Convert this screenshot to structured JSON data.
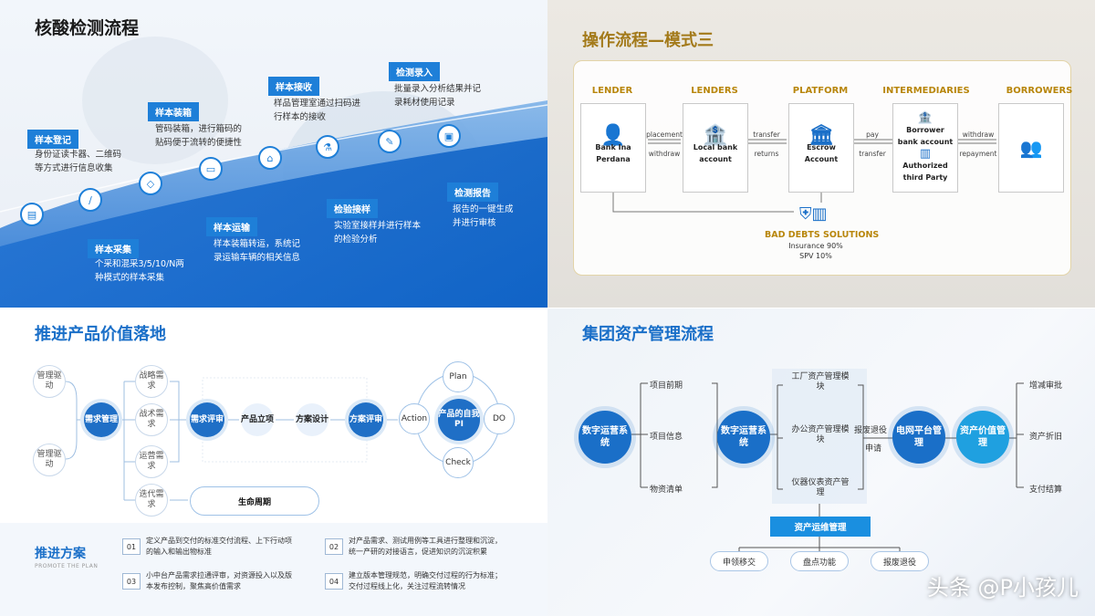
{
  "q1": {
    "title": "核酸检测流程",
    "steps": [
      {
        "label": "样本登记",
        "desc": [
          "身份证读卡器、二维码",
          "等方式进行信息收集"
        ]
      },
      {
        "label": "样本采集",
        "desc": [
          "个采和混采3/5/10/N两",
          "种模式的样本采集"
        ]
      },
      {
        "label": "样本装箱",
        "desc": [
          "管码装箱，进行箱码的",
          "贴码便于流转的便捷性"
        ]
      },
      {
        "label": "样本运输",
        "desc": [
          "样本装箱转运，系统记",
          "录运输车辆的相关信息"
        ]
      },
      {
        "label": "样本接收",
        "desc": [
          "样品管理室通过扫码进",
          "行样本的接收"
        ]
      },
      {
        "label": "检验接样",
        "desc": [
          "实验室接样并进行样本",
          "的检验分析"
        ]
      },
      {
        "label": "检测录入",
        "desc": [
          "批量录入分析结果并记",
          "录耗材使用记录"
        ]
      },
      {
        "label": "检测报告",
        "desc": [
          "报告的一键生成",
          "并进行审核"
        ]
      }
    ]
  },
  "q2": {
    "title": "操作流程—模式三",
    "columns": [
      "LENDER",
      "LENDERS",
      "PLATFORM",
      "INTERMEDIARIES",
      "BORROWERS"
    ],
    "boxes": {
      "bank_ina": [
        "Bank Ina",
        "Perdana"
      ],
      "local_bank": [
        "Local bank",
        "account"
      ],
      "escrow": [
        "Escrow",
        "Account"
      ],
      "borrower_bank": [
        "Borrower",
        "bank account"
      ],
      "authorized": [
        "Authorized",
        "third Party"
      ]
    },
    "arrows": {
      "a1_top": "placement",
      "a1_bot": "withdraw",
      "a2_top": "transfer",
      "a2_bot": "returns",
      "a3_top": "pay",
      "a3_bot": "transfer",
      "a4_top": "withdraw",
      "a4_bot": "repayment"
    },
    "bad_debts": {
      "title": "BAD DEBTS SOLUTIONS",
      "line1": "Insurance 90%",
      "line2": "SPV 10%"
    }
  },
  "q3": {
    "title": "推进产品价值落地",
    "left_inputs": [
      "管理驱动",
      "管理驱动"
    ],
    "demand_mgmt": "需求管理",
    "demand_types": [
      "战略需求",
      "战术需求",
      "运营需求",
      "迭代需求"
    ],
    "flow": [
      "需求评审",
      "产品立项",
      "方案设计",
      "方案评审"
    ],
    "pdca": {
      "center": "产品的自我PI",
      "plan": "Plan",
      "do": "DO",
      "check": "Check",
      "action": "Action"
    },
    "lifecycle": "生命周期",
    "plan_title": "推进方案",
    "plan_sub": "PROMOTE THE PLAN",
    "items": [
      {
        "num": "01",
        "lines": [
          "定义产品到交付的标准交付流程、上下行动项",
          "的输入和输出物标准"
        ]
      },
      {
        "num": "02",
        "lines": [
          "对产品需求、测试用例等工具进行整理和沉淀，",
          "统一产研的对接语言，促进知识的沉淀积累"
        ]
      },
      {
        "num": "03",
        "lines": [
          "小中台产品需求拉通评审，对资源投入以及版",
          "本发布控制，聚焦高价值需求"
        ]
      },
      {
        "num": "04",
        "lines": [
          "建立版本管理规范，明确交付过程的行为标准；",
          "交付过程线上化，关注过程流转情况"
        ]
      }
    ]
  },
  "q4": {
    "title": "集团资产管理流程",
    "c1": "数字运营系统",
    "c1_branches": [
      "项目前期",
      "项目信息",
      "物资清单"
    ],
    "c2": "数字运营系统",
    "c2_branches": [
      "工厂资产管理模块",
      "办公资产管理模块",
      "仪器仪表资产管理"
    ],
    "link": [
      "报废退役",
      "申请"
    ],
    "c3": "电网平台管理",
    "c4": "资产价值管理",
    "c4_branches": [
      "增减审批",
      "资产折旧",
      "支付结算"
    ],
    "ops": "资产运维管理",
    "ops_branches": [
      "申领移交",
      "盘点功能",
      "报废退役"
    ]
  },
  "watermark": "头条 @P小孩儿"
}
